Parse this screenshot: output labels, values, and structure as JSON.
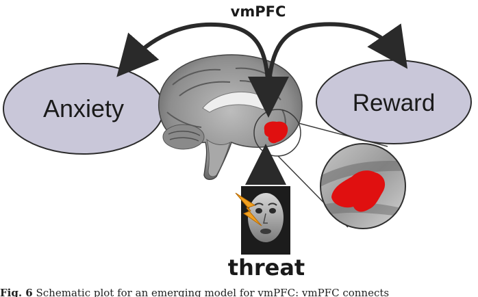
{
  "diagram": {
    "top_label": "vmPFC",
    "left_node": "Anxiety",
    "right_node": "Reward",
    "bottom_label": "threat"
  },
  "caption": {
    "prefix": "Fig. 6",
    "text": "Schematic plot for an emerging model for vmPFC: vmPFC connects"
  },
  "colors": {
    "node_fill": "#c9c7d9",
    "node_stroke": "#2b2b2b",
    "arrow": "#2a2a2a",
    "highlight_region": "#e01010",
    "lightning": "#f0a020"
  },
  "icons": [
    "brain-sagittal-image",
    "magnifier-inset",
    "face-photo",
    "lightning-bolt-icon"
  ]
}
